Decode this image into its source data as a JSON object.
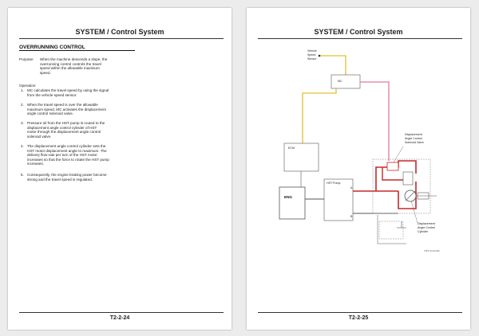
{
  "left_page": {
    "header": "SYSTEM / Control System",
    "section_title": "OVERRUNNING CONTROL",
    "purpose_label": "Purpose:",
    "purpose_lines": [
      "When the machine descends a slope, the",
      "overrunning control controls the travel",
      "speed within the allowable maximum",
      "speed."
    ],
    "operation_label": "Operation:",
    "steps": [
      {
        "num": "1.",
        "lines": [
          "MC calculates the travel speed by using the signal",
          "from the vehicle speed sensor."
        ]
      },
      {
        "num": "2.",
        "lines": [
          "When the travel speed is over the allowable",
          "maximum speed, MC activates the displacement",
          "angle control solenoid valve."
        ]
      },
      {
        "num": "3.",
        "lines": [
          "Pressure oil from the HST pump is routed to the",
          "displacement angle control cylinder of HST",
          "motor through the displacement angle control",
          "solenoid valve."
        ]
      },
      {
        "num": "4.",
        "lines": [
          "The displacement angle control cylinder sets the",
          "HST motor displacement angle to maximum. The",
          "delivery flow rate per turn of the HST motor",
          "increases so that the force to rotate the HST pump",
          "increases."
        ]
      },
      {
        "num": "5.",
        "lines": [
          "Consequently, the engine braking power become",
          "strong and the travel speed is regulated."
        ]
      }
    ],
    "footer": "T2-2-24"
  },
  "right_page": {
    "header": "SYSTEM / Control System",
    "footer": "T2-2-25",
    "diagram": {
      "sensor_label": [
        "Vehicle",
        "Speed",
        "Sensor"
      ],
      "mc": "MC",
      "ecm": "ECM",
      "eng": "ENG",
      "hst_pump": "HST Pump",
      "port_a": "A",
      "port_b": "B",
      "valve_label": [
        "Displacement",
        "Angle Control",
        "Solenoid Valve"
      ],
      "cylinder_label": [
        "Displacement",
        "Angle Control",
        "Cylinder"
      ],
      "figure_id": "TNFC-02-00-000"
    }
  },
  "colors": {
    "signal_line": "#e0c030",
    "pressure_line": "#c62828",
    "pilot_line": "#e07aa0",
    "ink": "#333333"
  }
}
